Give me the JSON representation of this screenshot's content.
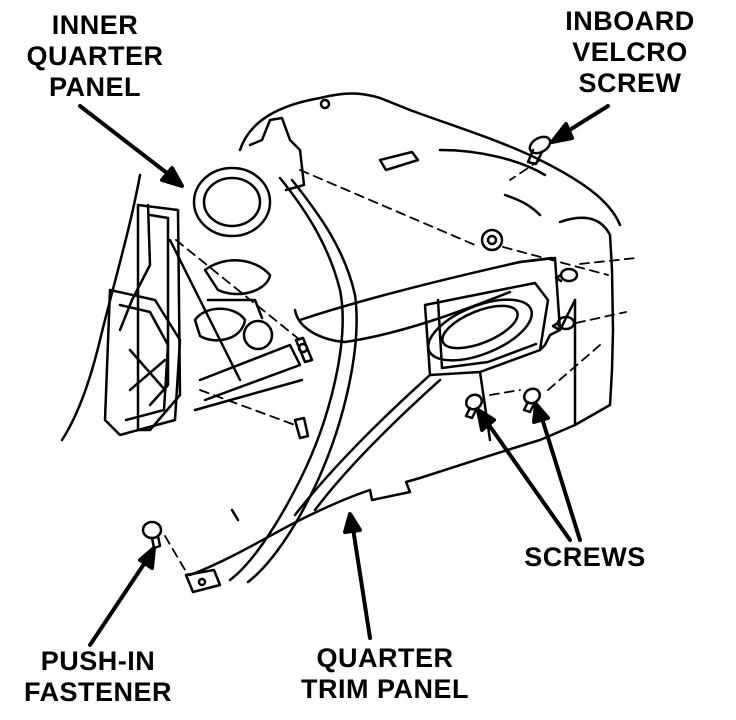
{
  "callouts": {
    "inner_quarter_panel": [
      "INNER",
      "QUARTER",
      "PANEL"
    ],
    "inboard_velcro_screw": [
      "INBOARD",
      "VELCRO",
      "SCREW"
    ],
    "screws": [
      "SCREWS"
    ],
    "push_in_fastener": [
      "PUSH-IN",
      "FASTENER"
    ],
    "quarter_trim_panel": [
      "QUARTER",
      "TRIM PANEL"
    ]
  },
  "colors": {
    "line": "#000000",
    "background": "#ffffff"
  }
}
